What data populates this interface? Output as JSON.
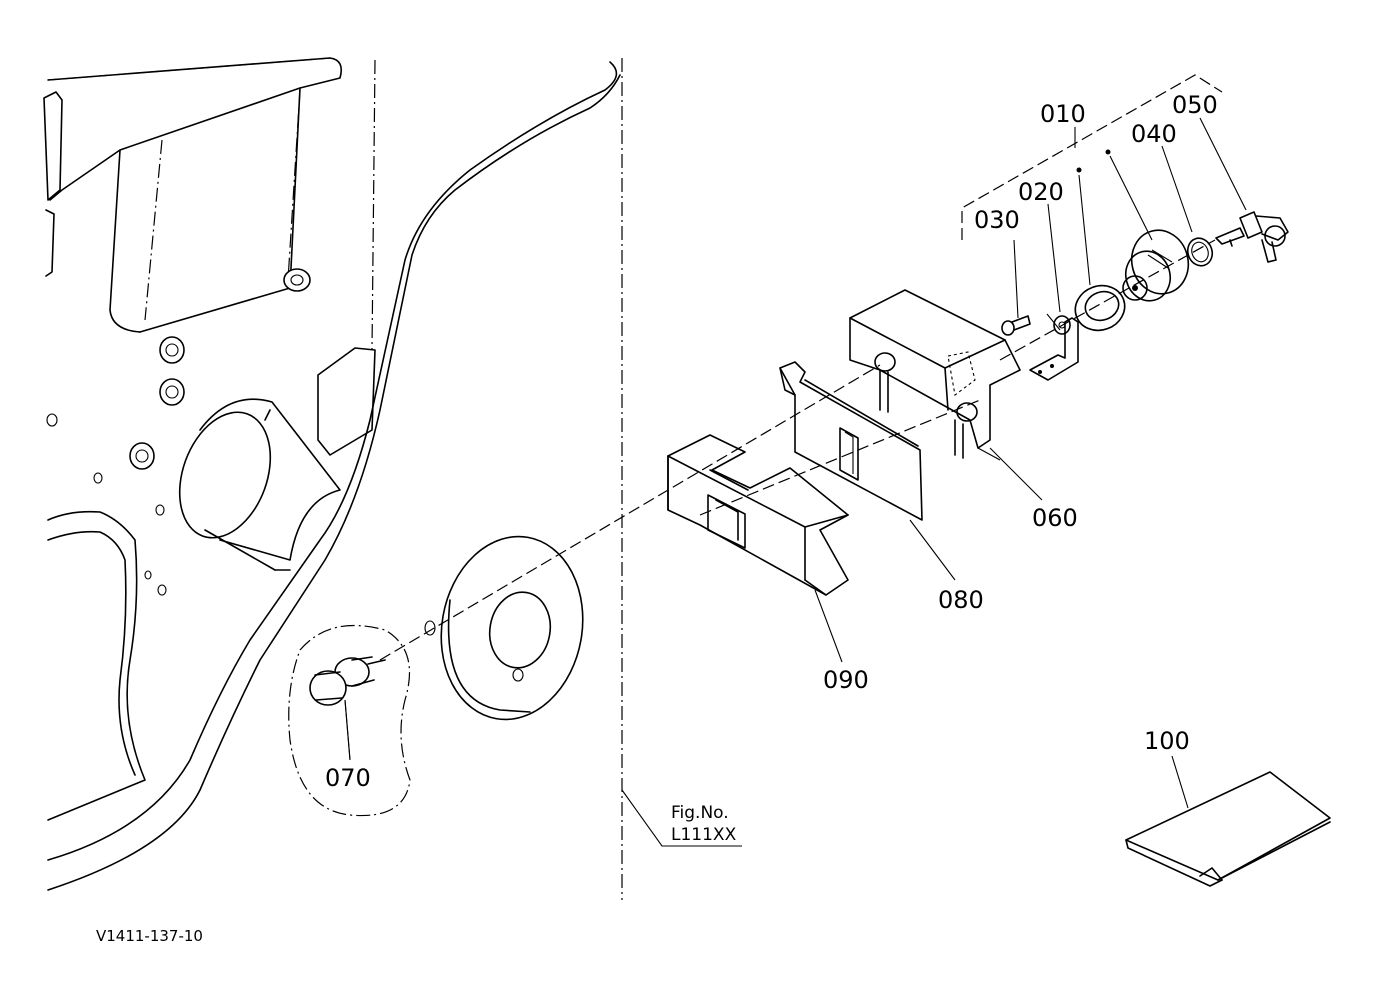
{
  "diagram": {
    "part_labels": {
      "p010": "010",
      "p020": "020",
      "p030": "030",
      "p040": "040",
      "p050": "050",
      "p060": "060",
      "p070": "070",
      "p080": "080",
      "p090": "090",
      "p100": "100"
    },
    "figure_ref": {
      "line1": "Fig.No.",
      "line2": "L111XX"
    },
    "drawing_code": "V1411-137-10"
  }
}
